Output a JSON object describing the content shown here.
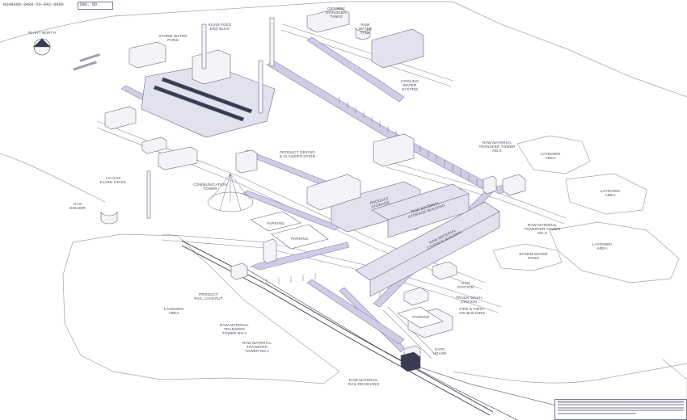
{
  "drawing": {
    "number_label": "DWG. NO.",
    "number": "H348000-3400-50-042-0006",
    "north_label": "PLANT NORTH"
  },
  "labels": {
    "storm_water_pond_nw": "STORM WATER\nPOND",
    "kilns_feed_end": "KILNS FEED\nEND BLDG",
    "oxygen_nitrogen": "OXYGEN/\nNITROGEN\nTANKS",
    "raw_water_tank": "RAW\nWATER\nTANK",
    "cooling_water": "COOLING\nWATER\nSYSTEM",
    "product_drying": "PRODUCT DRYING\n& CLASSIFICATION",
    "transfer_tower_4": "RAW MATERIAL\nTRANSFER TOWER\nNO.4",
    "laydown_ne": "LAYDOWN\nAREA",
    "laydown_e": "LAYDOWN\nAREA",
    "laydown_se": "LAYDOWN\nAREA",
    "communication_tower": "COMMUNICATION\nTOWER",
    "co_gas_flare": "CO GAS\nFLARE STACK",
    "gas_holder": "GAS\nHOLDER",
    "product_storage": "PRODUCT STORAGE",
    "raw_storage_1": "RAW MATERIAL\nSTORAGE BUILDING",
    "raw_storage_2": "RAW MATERIAL\nSTORAGE BUILDING",
    "transfer_tower_3": "RAW MATERIAL\nTRANSFER TOWER\nNO.3",
    "storm_water_pond_e": "STORM WATER\nPOND",
    "parking_1": "PARKING",
    "parking_2": "PARKING",
    "parking_3": "PARKING",
    "product_rail_loadout": "PRODUCT\nRAIL LOADOUT",
    "laydown_sw": "LAYDOWN\nAREA",
    "transfer_tower_2": "RAW MATERIAL\nTRANSFER\nTOWER No.2",
    "transfer_tower_1": "RAW MATERIAL\nTRANSFER\nTOWER No.1",
    "gas_station": "GAS\nSTATION",
    "truck_wash": "TRUCK WASH\nSTATION",
    "fire_first_aid": "FIRE & FIRST\nAID BUILDING",
    "gate_house": "GATE\nHOUSE",
    "raw_rail_receiving": "RAW MATERIAL\nRAIL RECEIVING"
  },
  "colors": {
    "line": "#6b6b82",
    "conveyor": "#8c88b5",
    "conveyor_fill": "#cfcde4",
    "building_fill": "#f3f3f8",
    "roof_fill": "#e2e1ee",
    "dark": "#3a3a52",
    "ground": "#9a9aa8"
  }
}
